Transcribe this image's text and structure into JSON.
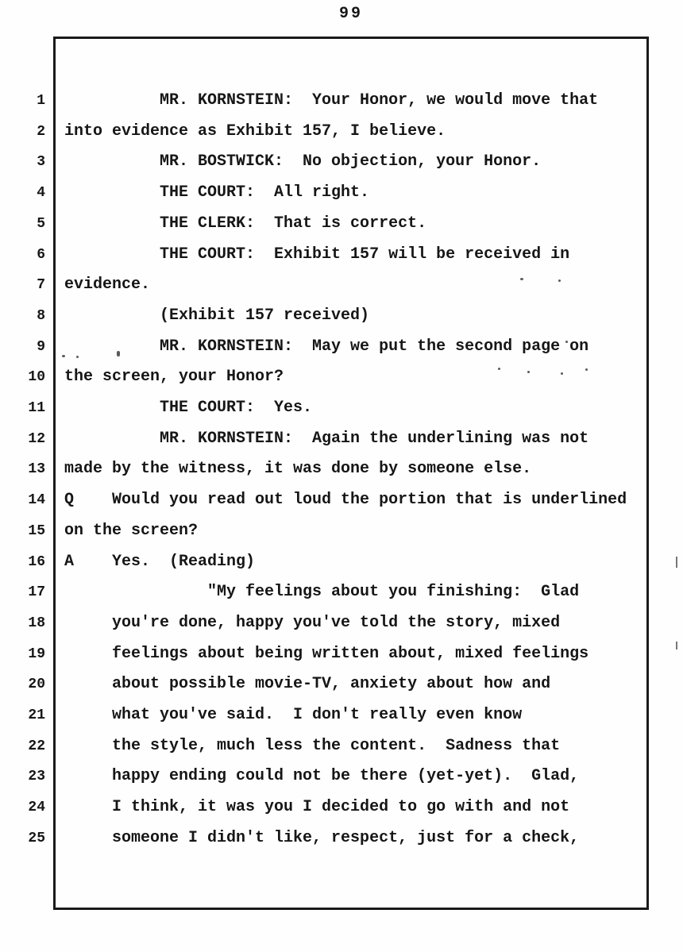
{
  "page_number": "99",
  "transcript": {
    "lines": [
      {
        "num": "1",
        "text": "          MR. KORNSTEIN:  Your Honor, we would move that"
      },
      {
        "num": "2",
        "text": "into evidence as Exhibit 157, I believe."
      },
      {
        "num": "3",
        "text": "          MR. BOSTWICK:  No objection, your Honor."
      },
      {
        "num": "4",
        "text": "          THE COURT:  All right."
      },
      {
        "num": "5",
        "text": "          THE CLERK:  That is correct."
      },
      {
        "num": "6",
        "text": "          THE COURT:  Exhibit 157 will be received in"
      },
      {
        "num": "7",
        "text": "evidence."
      },
      {
        "num": "8",
        "text": "          (Exhibit 157 received)"
      },
      {
        "num": "9",
        "text": "          MR. KORNSTEIN:  May we put the second page on"
      },
      {
        "num": "10",
        "text": "the screen, your Honor?"
      },
      {
        "num": "11",
        "text": "          THE COURT:  Yes."
      },
      {
        "num": "12",
        "text": "          MR. KORNSTEIN:  Again the underlining was not"
      },
      {
        "num": "13",
        "text": "made by the witness, it was done by someone else."
      },
      {
        "num": "14",
        "text": "Q    Would you read out loud the portion that is underlined"
      },
      {
        "num": "15",
        "text": "on the screen?"
      },
      {
        "num": "16",
        "text": "A    Yes.  (Reading)"
      },
      {
        "num": "17",
        "text": "               \"My feelings about you finishing:  Glad"
      },
      {
        "num": "18",
        "text": "     you're done, happy you've told the story, mixed"
      },
      {
        "num": "19",
        "text": "     feelings about being written about, mixed feelings"
      },
      {
        "num": "20",
        "text": "     about possible movie-TV, anxiety about how and"
      },
      {
        "num": "21",
        "text": "     what you've said.  I don't really even know"
      },
      {
        "num": "22",
        "text": "     the style, much less the content.  Sadness that"
      },
      {
        "num": "23",
        "text": "     happy ending could not be there (yet-yet).  Glad,"
      },
      {
        "num": "24",
        "text": "     I think, it was you I decided to go with and not"
      },
      {
        "num": "25",
        "text": "     someone I didn't like, respect, just for a check,"
      }
    ]
  }
}
